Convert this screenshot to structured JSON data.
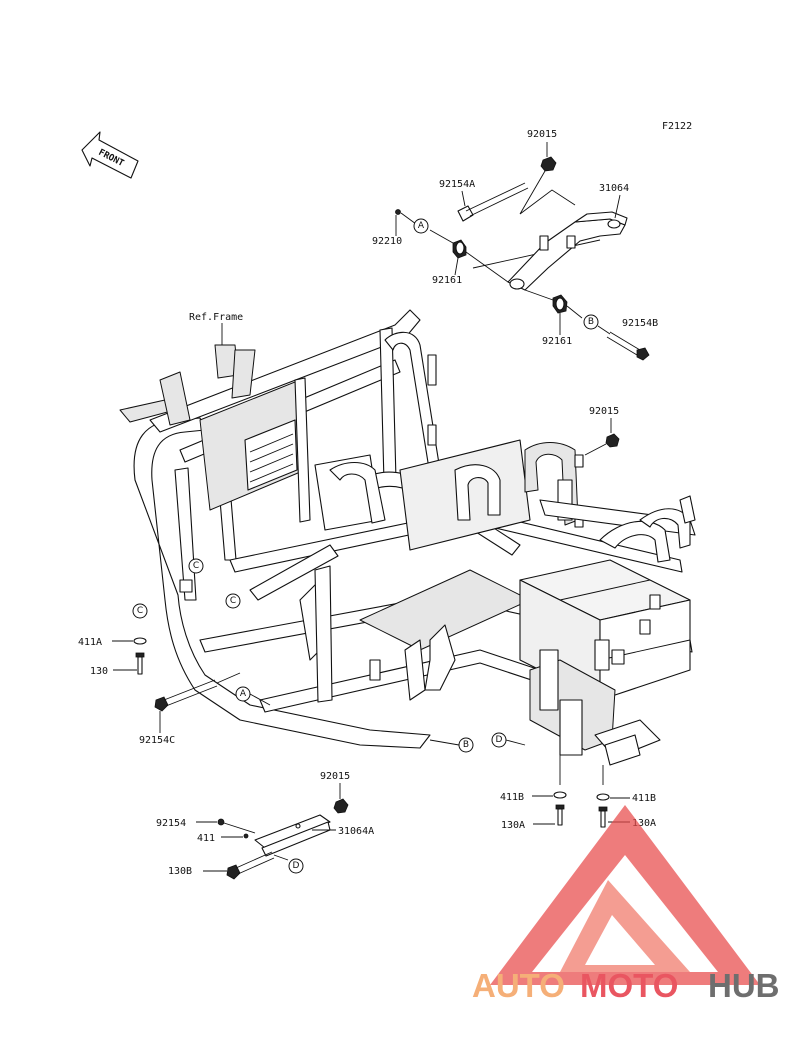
{
  "figure_code": "F2122",
  "front_label": "FRONT",
  "ref_frame_label": "Ref.Frame",
  "part_labels": {
    "p92015_top": "92015",
    "p92154a": "92154A",
    "p31064": "31064",
    "p92210": "92210",
    "p92161_upper": "92161",
    "p92161_lower": "92161",
    "p92154b": "92154B",
    "p92015_mid": "92015",
    "p411a": "411A",
    "p130": "130",
    "p92154c": "92154C",
    "p411b_left": "411B",
    "p130a_left": "130A",
    "p411b_right": "411B",
    "p130a_right": "130A",
    "p92015_bottom": "92015",
    "p92154": "92154",
    "p411": "411",
    "p31064a": "31064A",
    "p130b": "130B"
  },
  "callouts": {
    "a_top": "A",
    "b_top": "B",
    "c_left1": "C",
    "c_left2": "C",
    "c_stack": "C",
    "a_frame": "A",
    "b_frame": "B",
    "d_frame": "D",
    "d_bottom": "D"
  },
  "watermark": {
    "part1": "AUTO",
    "part2": "MOTO",
    "part3": "HUB",
    "color_orange": "#f4a261",
    "color_red": "#e63946",
    "color_gray": "#555555"
  }
}
